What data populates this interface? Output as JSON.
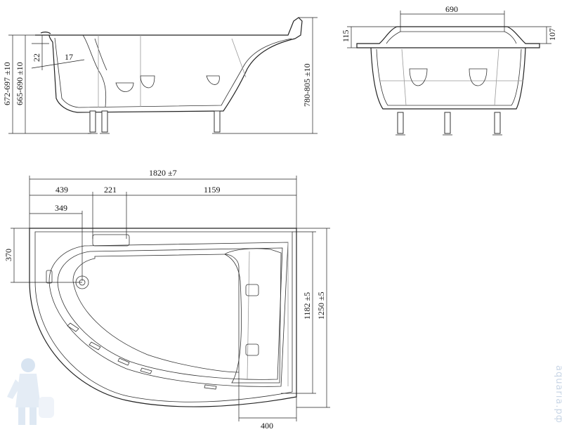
{
  "side_view": {
    "dim_height_a": "672-697 ±10",
    "dim_height_b": "665-690 ±10",
    "dim_height_c": "780-805 ±10",
    "dim_22": "22",
    "dim_17": "17"
  },
  "end_view": {
    "dim_width": "690",
    "dim_115": "115",
    "dim_107": "107"
  },
  "top_view": {
    "dim_length": "1820 ±7",
    "dim_439": "439",
    "dim_221": "221",
    "dim_1159": "1159",
    "dim_349": "349",
    "dim_370": "370",
    "dim_1182": "1182 ±5",
    "dim_1250": "1250 ±5",
    "dim_400": "400"
  },
  "watermark": "aquaria.рф"
}
